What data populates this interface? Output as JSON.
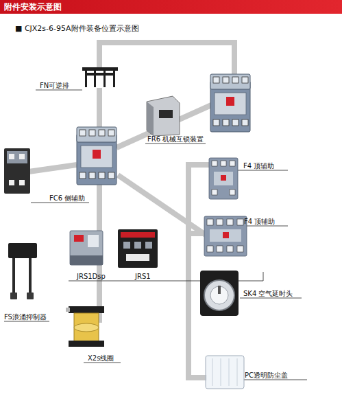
{
  "diagram": {
    "title": "附件安装示意图",
    "labels": [
      "■ CJX2s-6-95A附件装备位置示意图",
      "FN可逆排",
      "FR6 机械互锁装置",
      "F4 顶辅助",
      "FC6 侧辅助",
      "F4 顶辅助",
      "JRS1Dsp",
      "JRS1",
      "SK4 空气延时头",
      "FS浪涌抑制器",
      "X2s线圈",
      "PC透明防尘盖"
    ]
  }
}
